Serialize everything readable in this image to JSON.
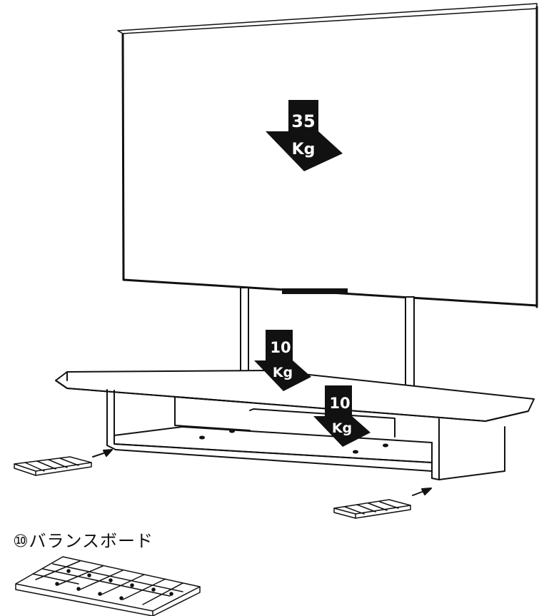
{
  "weights": {
    "tv": {
      "value": "35",
      "unit": "Kg"
    },
    "shelf_left": {
      "value": "10",
      "unit": "Kg"
    },
    "shelf_right": {
      "value": "10",
      "unit": "Kg"
    }
  },
  "part_label": "⑩バランスボード",
  "colors": {
    "line": "#111111",
    "arrow": "#111111",
    "background": "#ffffff"
  }
}
